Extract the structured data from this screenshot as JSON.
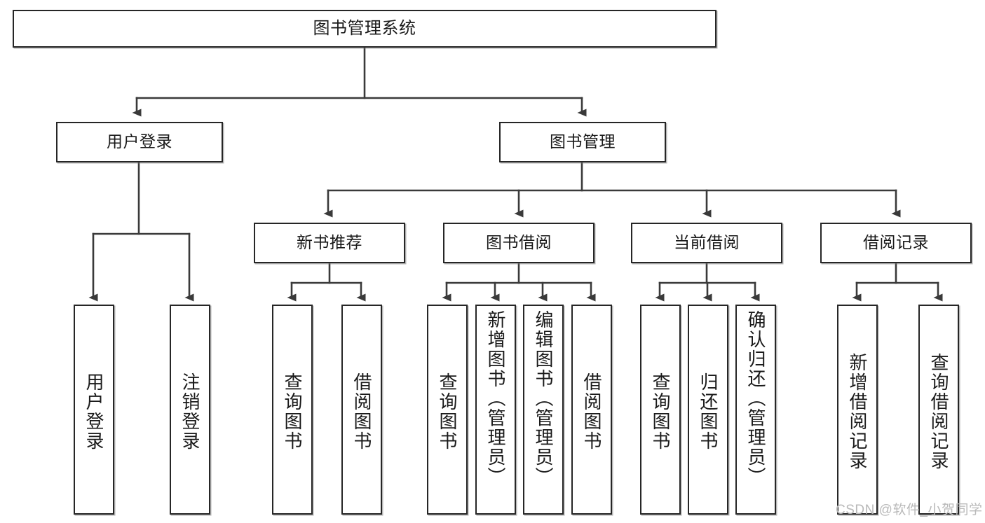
{
  "diagram": {
    "type": "tree-hierarchy-chart",
    "title": "图书管理系统",
    "colors": {
      "box_border": "#262626",
      "box_fill": "#ffffff",
      "connector": "#3a3a3a",
      "text": "#1a1a1a",
      "watermark": "#b9b9b9"
    },
    "nodes": {
      "root": {
        "label": "图书管理系统",
        "orientation": "horizontal",
        "level": 0
      },
      "level1": [
        {
          "id": "user-login",
          "label": "用户登录",
          "orientation": "horizontal"
        },
        {
          "id": "book-management",
          "label": "图书管理",
          "orientation": "horizontal"
        }
      ],
      "level2": [
        {
          "id": "new-book-recommend",
          "label": "新书推荐",
          "orientation": "horizontal",
          "parent": "book-management"
        },
        {
          "id": "book-borrow",
          "label": "图书借阅",
          "orientation": "horizontal",
          "parent": "book-management"
        },
        {
          "id": "current-borrow",
          "label": "当前借阅",
          "orientation": "horizontal",
          "parent": "book-management"
        },
        {
          "id": "borrow-record",
          "label": "借阅记录",
          "orientation": "horizontal",
          "parent": "book-management"
        }
      ],
      "leaves": [
        {
          "id": "leaf-user-login",
          "label": "用户登录",
          "orientation": "vertical",
          "parent": "user-login"
        },
        {
          "id": "leaf-logout-login",
          "label": "注销登录",
          "orientation": "vertical",
          "parent": "user-login"
        },
        {
          "id": "leaf-query-book-1",
          "label": "查询图书",
          "orientation": "vertical",
          "parent": "new-book-recommend"
        },
        {
          "id": "leaf-borrow-book-1",
          "label": "借阅图书",
          "orientation": "vertical",
          "parent": "new-book-recommend"
        },
        {
          "id": "leaf-query-book-2",
          "label": "查询图书",
          "orientation": "vertical",
          "parent": "book-borrow"
        },
        {
          "id": "leaf-add-book",
          "label": "新增图书（管理员）",
          "orientation": "vertical",
          "parent": "book-borrow"
        },
        {
          "id": "leaf-edit-book",
          "label": "编辑图书（管理员）",
          "orientation": "vertical",
          "parent": "book-borrow"
        },
        {
          "id": "leaf-borrow-book-2",
          "label": "借阅图书",
          "orientation": "vertical",
          "parent": "book-borrow"
        },
        {
          "id": "leaf-query-book-3",
          "label": "查询图书",
          "orientation": "vertical",
          "parent": "current-borrow"
        },
        {
          "id": "leaf-return-book",
          "label": "归还图书",
          "orientation": "vertical",
          "parent": "current-borrow"
        },
        {
          "id": "leaf-confirm-return",
          "label": "确认归还（管理员）",
          "orientation": "vertical",
          "parent": "current-borrow"
        },
        {
          "id": "leaf-add-record",
          "label": "新增借阅记录",
          "orientation": "vertical",
          "parent": "borrow-record"
        },
        {
          "id": "leaf-query-record",
          "label": "查询借阅记录",
          "orientation": "vertical",
          "parent": "borrow-record"
        }
      ]
    },
    "watermark": "CSDN @软件_小贺同学"
  }
}
